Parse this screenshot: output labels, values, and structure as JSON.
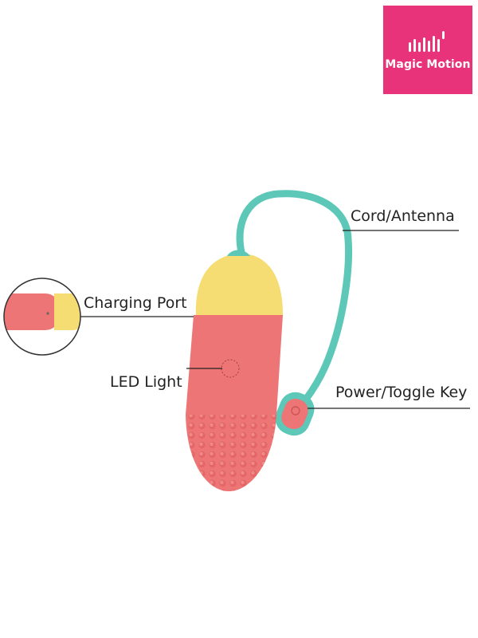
{
  "brand": {
    "name": "Magic Motion",
    "logo_icon": "sound-wave-icon",
    "color": "#e8337a"
  },
  "labels": {
    "cord": "Cord/Antenna",
    "charging": "Charging Port",
    "led": "LED Light",
    "power": "Power/Toggle Key"
  },
  "colors": {
    "body": "#ee7575",
    "cap": "#f5dd74",
    "cord": "#5dc8b8"
  }
}
